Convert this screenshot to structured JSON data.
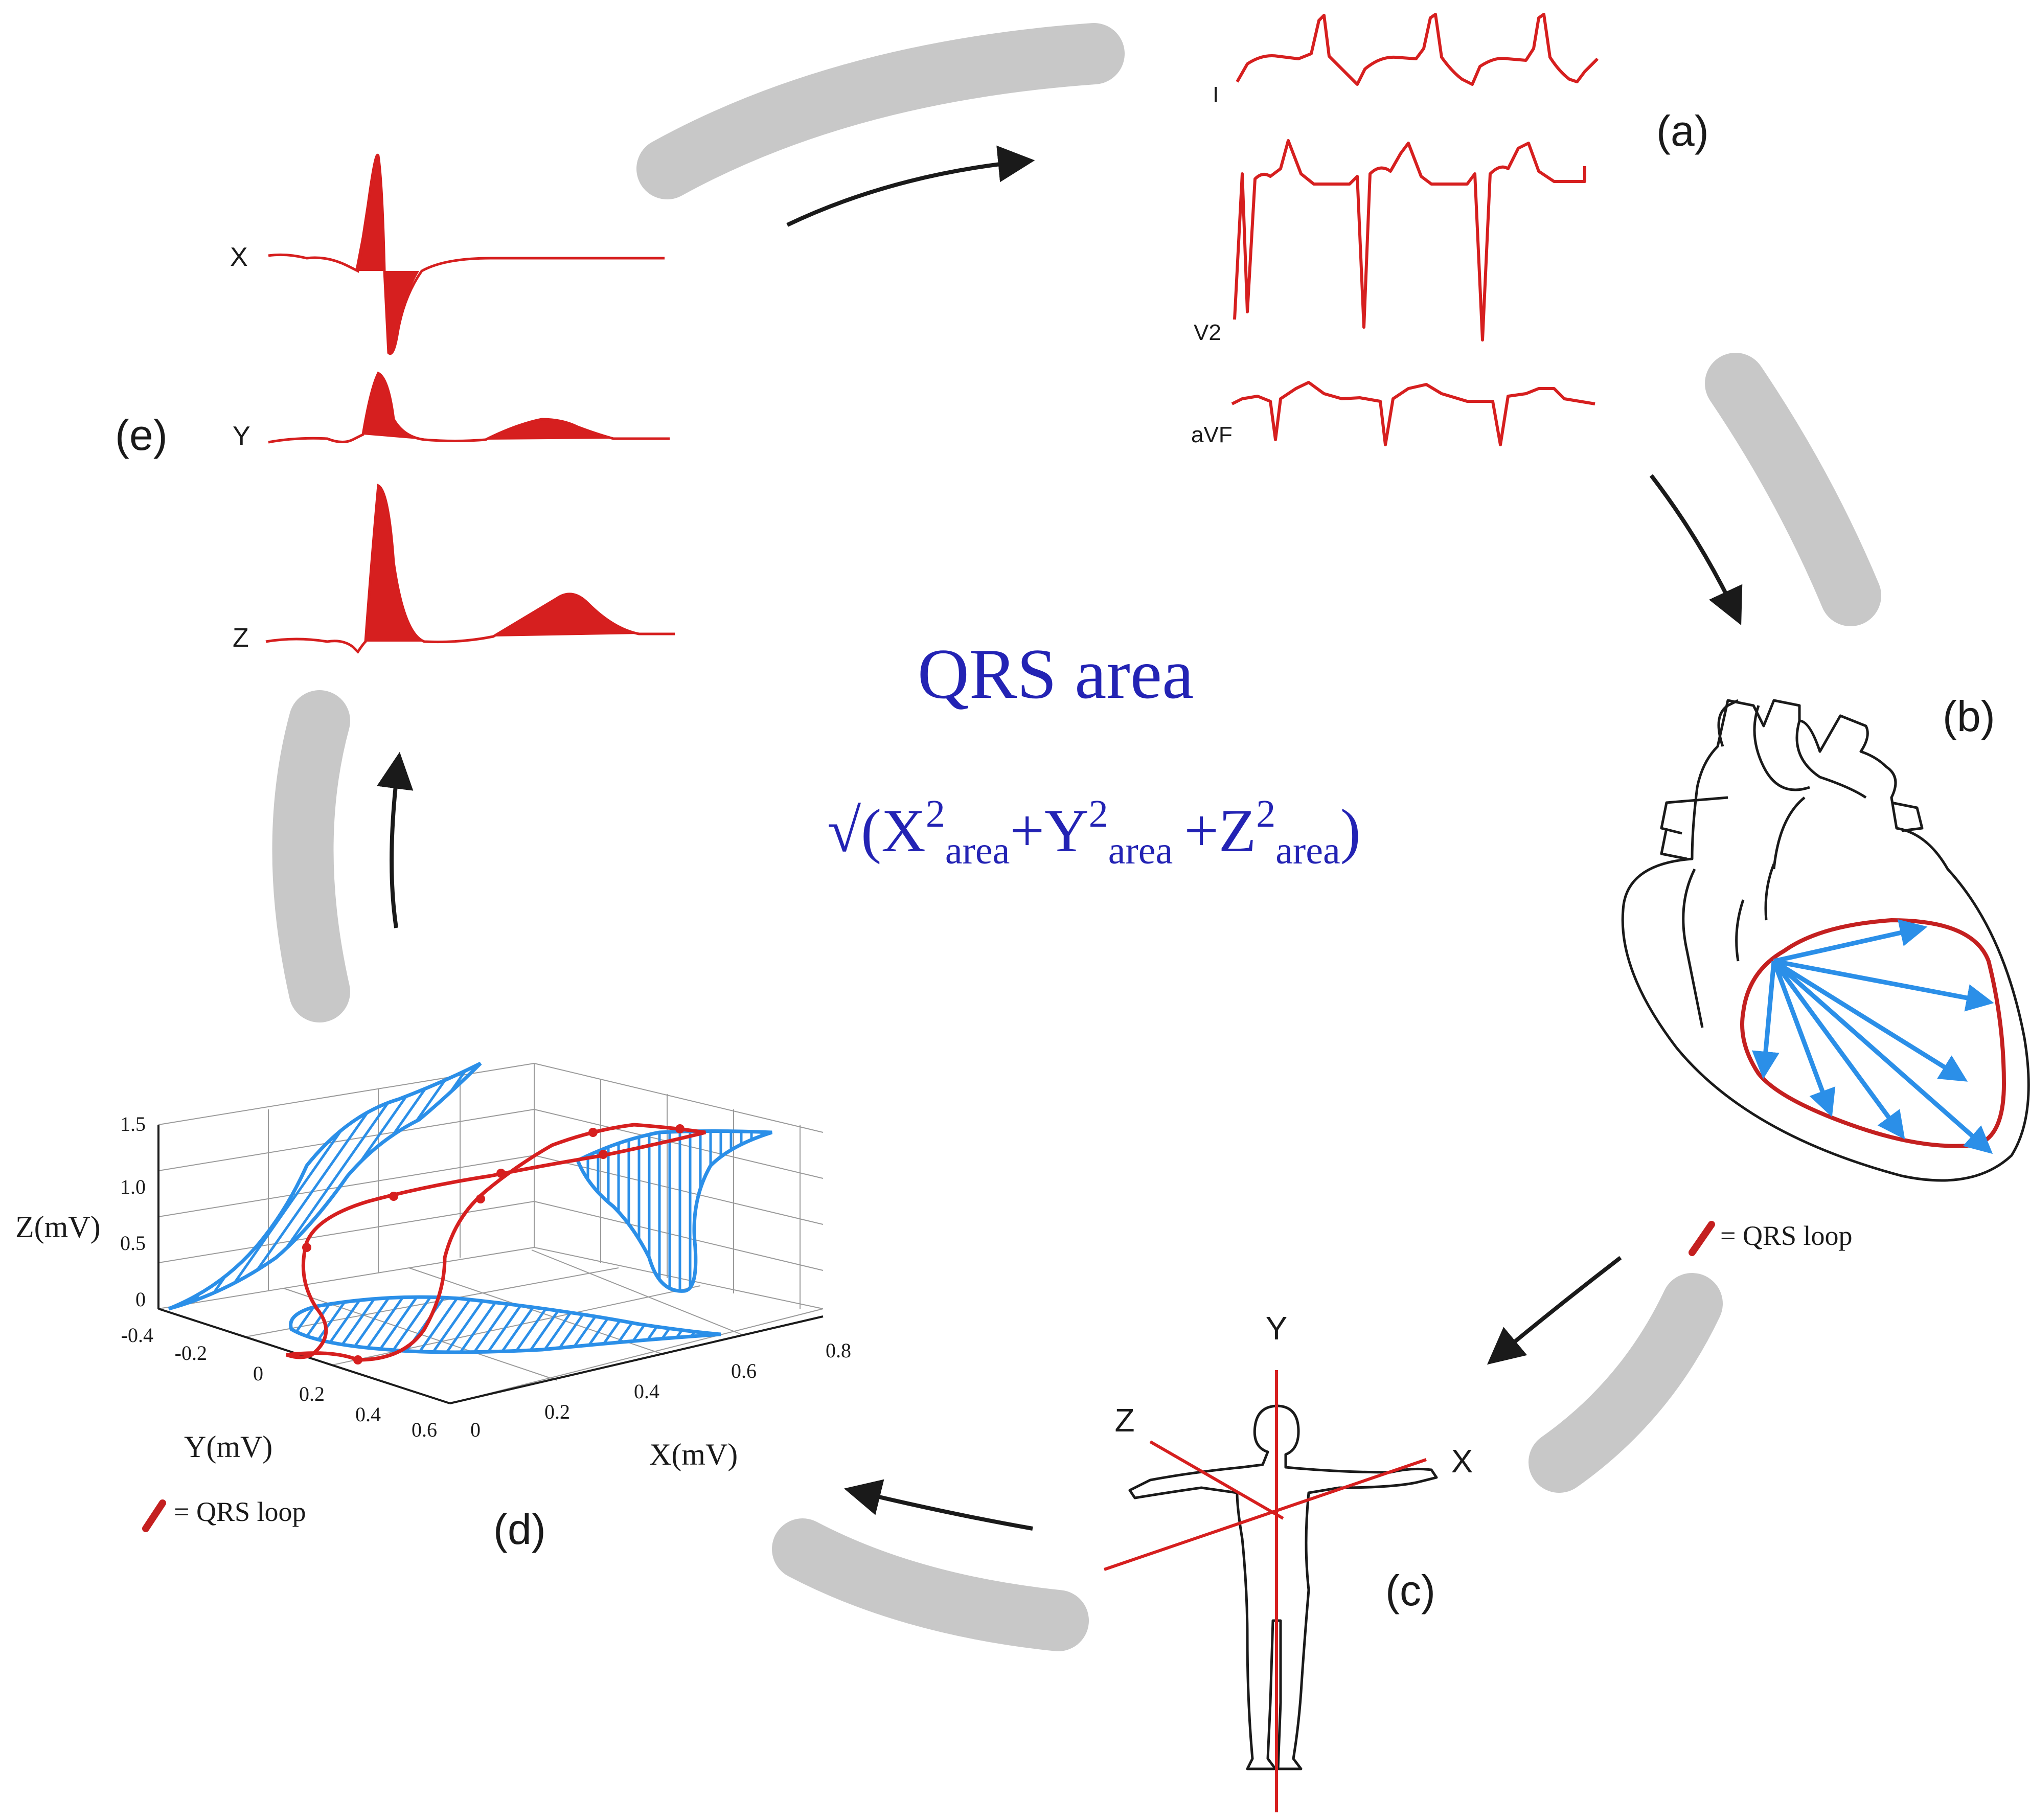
{
  "colors": {
    "ecg": "#d61f1f",
    "blue": "#2b8fe8",
    "arrow_gray": "#c8c8c8",
    "title_blue": "#2323b4",
    "ink": "#1a1a1a"
  },
  "center": {
    "title": "QRS area",
    "formula": {
      "root": "√(",
      "x": "X",
      "y": "Y",
      "z": "Z",
      "sup": "2",
      "sub": "area",
      "plus": "+",
      "close": ")"
    }
  },
  "panel_a": {
    "label": "(a)",
    "leads": [
      "I",
      "V2",
      "aVF"
    ]
  },
  "panel_b": {
    "label": "(b)",
    "legend": "= QRS loop"
  },
  "panel_c": {
    "label": "(c)",
    "axes": [
      "Y",
      "Z",
      "X"
    ]
  },
  "panel_d": {
    "label": "(d)",
    "legend": "= QRS loop",
    "z_axis": {
      "label": "Z(mV)",
      "ticks": [
        "1.5",
        "1.0",
        "0.5",
        "0"
      ]
    },
    "y_axis": {
      "label": "Y(mV)",
      "ticks": [
        "-0.4",
        "-0.2",
        "0",
        "0.2",
        "0.4",
        "0.6"
      ]
    },
    "x_axis": {
      "label": "X(mV)",
      "ticks": [
        "0",
        "0.2",
        "0.4",
        "0.6",
        "0.8"
      ]
    }
  },
  "panel_e": {
    "label": "(e)",
    "leads": [
      "X",
      "Y",
      "Z"
    ]
  }
}
